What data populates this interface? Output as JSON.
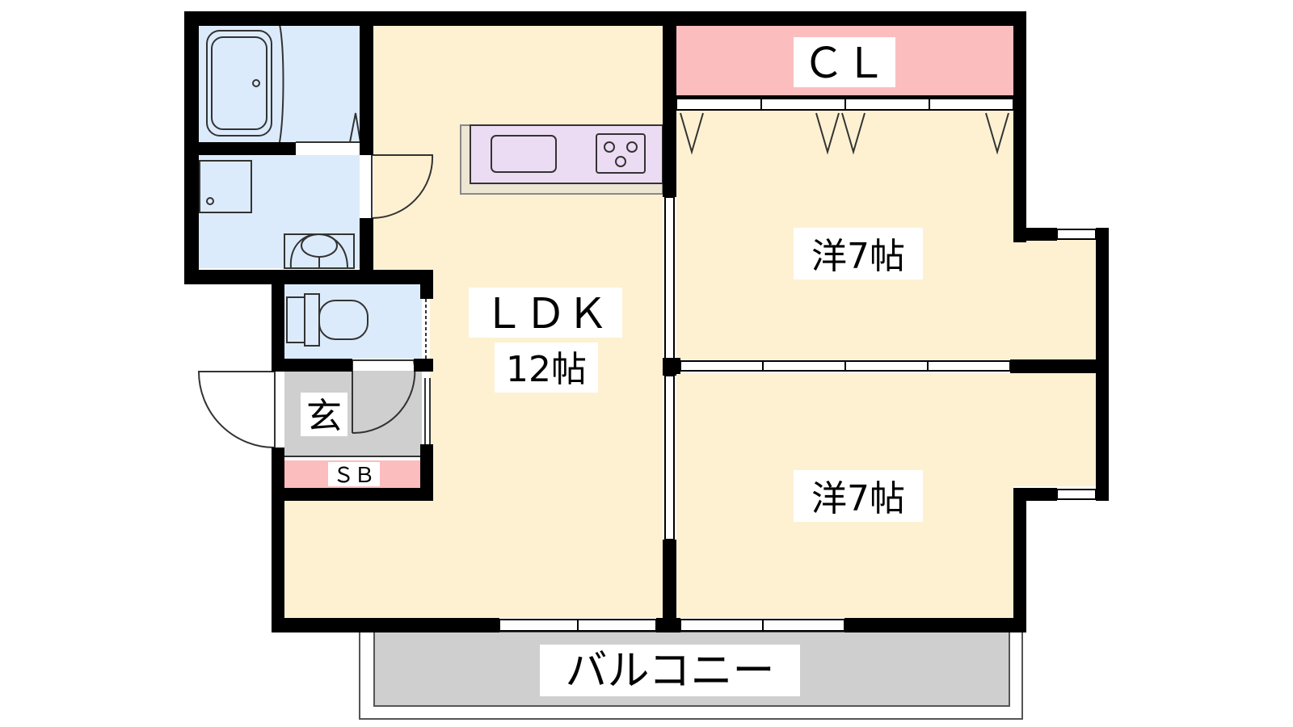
{
  "floorplan": {
    "rooms": {
      "ldk": {
        "name": "ＬＤＫ",
        "size": "12帖"
      },
      "western_1": {
        "name": "洋7帖"
      },
      "western_2": {
        "name": "洋7帖"
      },
      "closet": {
        "name": "ＣＬ"
      },
      "entrance": {
        "name": "玄"
      },
      "shoe_box": {
        "name": "ＳＢ"
      },
      "balcony": {
        "name": "バルコニー"
      }
    },
    "colors": {
      "living": "#fdf1d2",
      "wet_area": "#dcebfb",
      "storage": "#fbbdbe",
      "kitchen": "#ecdcf3",
      "floor_gray": "#cfcfcf",
      "wall": "#000000"
    }
  }
}
